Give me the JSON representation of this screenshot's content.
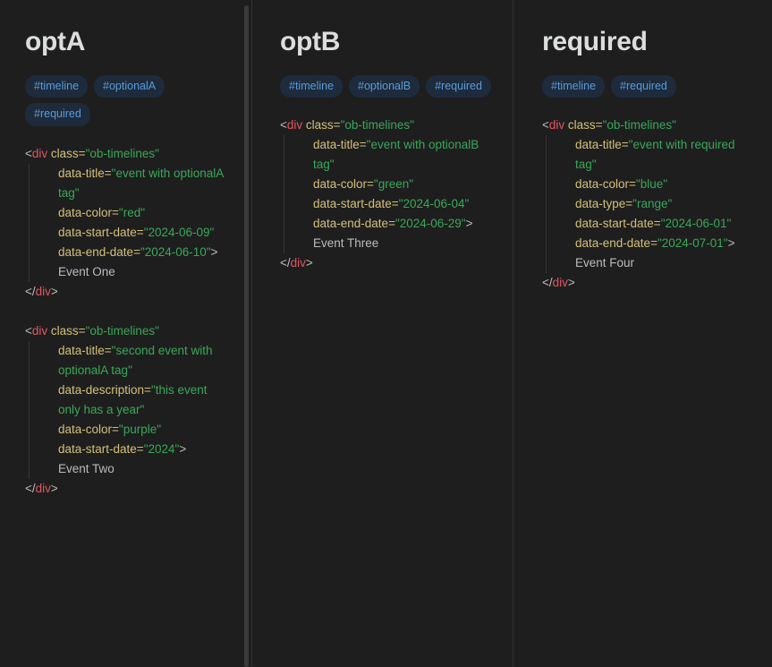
{
  "theme": {
    "background": "#1e1e1e",
    "heading_color": "#dcddde",
    "divider_color": "#333333",
    "tag_bg": "#1d2b3c",
    "tag_text": "#5b9bd8",
    "scrollbar_thumb": "#3a3a3a",
    "syntax_tag": "#e05561",
    "syntax_attr": "#d3c07a",
    "syntax_string": "#3aa75a",
    "syntax_text": "#bcbcbc"
  },
  "panes": [
    {
      "title": "optA",
      "tags": [
        "#timeline",
        "#optionalA",
        "#required"
      ],
      "has_scrollbar": true,
      "blocks": [
        {
          "open_tag": "div",
          "open_attr_name": "class",
          "open_attr_value": "\"ob-timelines\"",
          "attributes": [
            {
              "name": "data-title=",
              "value": "\"event with optionalA tag\""
            },
            {
              "name": "data-color=",
              "value": "\"red\""
            },
            {
              "name": "data-start-date=",
              "value": "\"2024-06-09\""
            },
            {
              "name": "data-end-date=",
              "value": "\"2024-06-10\"",
              "suffix": ">"
            }
          ],
          "content": "Event One",
          "close_tag": "div"
        },
        {
          "open_tag": "div",
          "open_attr_name": "class",
          "open_attr_value": "\"ob-timelines\"",
          "attributes": [
            {
              "name": "data-title=",
              "value": "\"second event with optionalA tag\""
            },
            {
              "name": "data-description=",
              "value": "\"this event only has a year\""
            },
            {
              "name": "data-color=",
              "value": "\"purple\""
            },
            {
              "name": "data-start-date=",
              "value": "\"2024\"",
              "suffix": ">"
            }
          ],
          "content": "Event Two",
          "close_tag": "div"
        }
      ]
    },
    {
      "title": "optB",
      "tags": [
        "#timeline",
        "#optionalB",
        "#required"
      ],
      "has_scrollbar": false,
      "blocks": [
        {
          "open_tag": "div",
          "open_attr_name": "class",
          "open_attr_value": "\"ob-timelines\"",
          "attributes": [
            {
              "name": "data-title=",
              "value": "\"event with optionalB tag\""
            },
            {
              "name": "data-color=",
              "value": "\"green\""
            },
            {
              "name": "data-start-date=",
              "value": "\"2024-06-04\""
            },
            {
              "name": "data-end-date=",
              "value": "\"2024-06-29\"",
              "suffix": ">"
            }
          ],
          "content": "Event Three",
          "close_tag": "div"
        }
      ]
    },
    {
      "title": "required",
      "tags": [
        "#timeline",
        "#required"
      ],
      "has_scrollbar": false,
      "blocks": [
        {
          "open_tag": "div",
          "open_attr_name": "class",
          "open_attr_value": "\"ob-timelines\"",
          "attributes": [
            {
              "name": "data-title=",
              "value": "\"event with required tag\""
            },
            {
              "name": "data-color=",
              "value": "\"blue\""
            },
            {
              "name": "data-type=",
              "value": "\"range\""
            },
            {
              "name": "data-start-date=",
              "value": "\"2024-06-01\""
            },
            {
              "name": "data-end-date=",
              "value": "\"2024-07-01\"",
              "suffix": ">"
            }
          ],
          "content": "Event Four",
          "close_tag": "div"
        }
      ]
    }
  ]
}
